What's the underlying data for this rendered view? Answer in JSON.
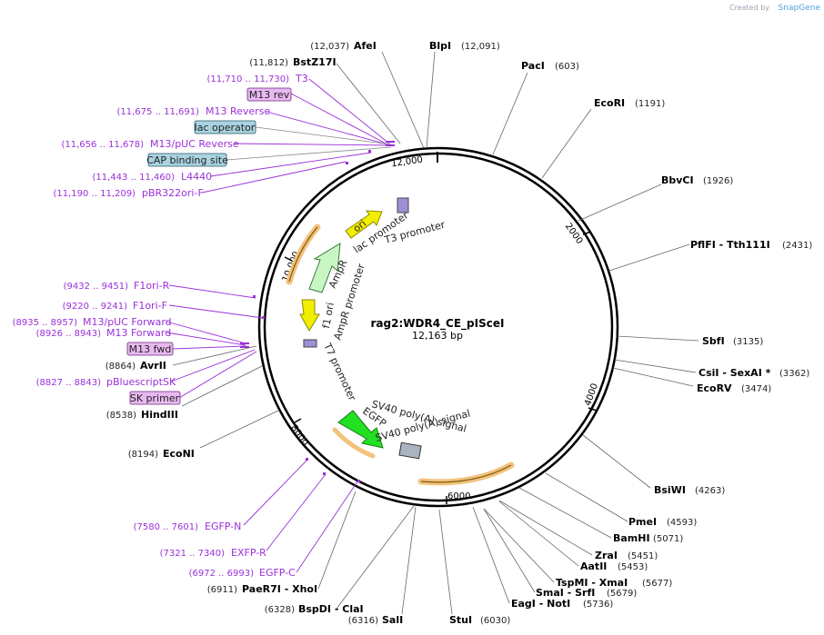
{
  "credit": {
    "created_by": "Created by",
    "brand": "SnapGene"
  },
  "plasmid": {
    "name": "rag2:WDR4_CE_pISceI",
    "size": "12,163 bp"
  },
  "ticks": [
    "2000",
    "4000",
    "6000",
    "8000",
    "10,000",
    "12,000"
  ],
  "enzymes": [
    {
      "name": "AfeI",
      "pos": "(12,037)"
    },
    {
      "name": "BlpI",
      "pos": "(12,091)"
    },
    {
      "name": "BstZ17I",
      "pos": "(11,812)"
    },
    {
      "name": "PacI",
      "pos": "(603)"
    },
    {
      "name": "EcoRI",
      "pos": "(1191)"
    },
    {
      "name": "BbvCI",
      "pos": "(1926)"
    },
    {
      "name": "PflFI  - Tth111I",
      "pos": "(2431)"
    },
    {
      "name": "SbfI",
      "pos": "(3135)"
    },
    {
      "name": "CsiI  - SexAI *",
      "pos": "(3362)"
    },
    {
      "name": "EcoRV",
      "pos": "(3474)"
    },
    {
      "name": "BsiWI",
      "pos": "(4263)"
    },
    {
      "name": "PmeI",
      "pos": "(4593)"
    },
    {
      "name": "BamHI",
      "pos": "(5071)"
    },
    {
      "name": "ZraI",
      "pos": "(5451)"
    },
    {
      "name": "AatII",
      "pos": "(5453)"
    },
    {
      "name": "TspMI  - XmaI",
      "pos": "(5677)"
    },
    {
      "name": "SmaI  - SrfI",
      "pos": "(5679)"
    },
    {
      "name": "EagI  - NotI",
      "pos": "(5736)"
    },
    {
      "name": "StuI",
      "pos": "(6030)"
    },
    {
      "name": "SalI",
      "pos": "(6316)"
    },
    {
      "name": "BspDI  - ClaI",
      "pos": "(6328)"
    },
    {
      "name": "PaeR7I  - XhoI",
      "pos": "(6911)"
    },
    {
      "name": "EcoNI",
      "pos": "(8194)"
    },
    {
      "name": "HindIII",
      "pos": "(8538)"
    },
    {
      "name": "AvrII",
      "pos": "(8864)"
    }
  ],
  "primers": [
    {
      "name": "T3",
      "pos": "(11,710 .. 11,730)"
    },
    {
      "name": "M13 Reverse",
      "pos": "(11,675 .. 11,691)"
    },
    {
      "name": "M13/pUC Reverse",
      "pos": "(11,656 .. 11,678)"
    },
    {
      "name": "L4440",
      "pos": "(11,443 .. 11,460)"
    },
    {
      "name": "pBR322ori-F",
      "pos": "(11,190 .. 11,209)"
    },
    {
      "name": "F1ori-R",
      "pos": "(9432 .. 9451)"
    },
    {
      "name": "F1ori-F",
      "pos": "(9220 .. 9241)"
    },
    {
      "name": "M13/pUC Forward",
      "pos": "(8935 .. 8957)"
    },
    {
      "name": "M13 Forward",
      "pos": "(8926 .. 8943)"
    },
    {
      "name": "pBluescriptSK",
      "pos": "(8827 .. 8843)"
    },
    {
      "name": "EGFP-N",
      "pos": "(7580 .. 7601)"
    },
    {
      "name": "EXFP-R",
      "pos": "(7321 .. 7340)"
    },
    {
      "name": "EGFP-C",
      "pos": "(6972 .. 6993)"
    }
  ],
  "boxed": {
    "m13_rev": "M13 rev",
    "lac_operator": "lac operator",
    "cap_site": "CAP binding site",
    "m13_fwd": "M13 fwd",
    "sk_primer": "SK primer"
  },
  "features": {
    "ori": "ori",
    "lac_promoter": "lac promoter",
    "t3_promoter": "T3 promoter",
    "ampr": "AmpR",
    "ampr_promoter": "AmpR promoter",
    "f1_ori": "f1 ori",
    "t7_promoter": "T7 promoter",
    "sv40_a": "SV40 poly(A) signal",
    "sv40_b": "SV40 poly(A) signal",
    "egfp": "EGFP"
  },
  "colors": {
    "primer": "#9b30d9",
    "ori": "#f2ee00",
    "ampr": "#c9f7c4",
    "egfp": "#22e022",
    "lac_operator_box": "#a9d3e0",
    "primer_box": "#e8b9f0",
    "orange_band": "#f3c27c"
  }
}
